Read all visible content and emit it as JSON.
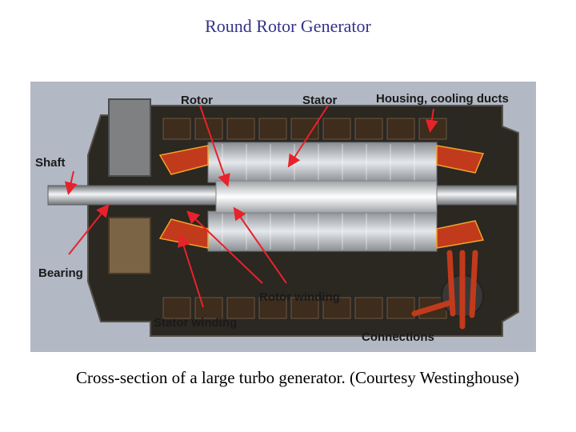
{
  "slide": {
    "title": "Round Rotor Generator",
    "caption": "Cross-section of a large turbo generator. (Courtesy Westinghouse)"
  },
  "figure": {
    "callouts": {
      "rotor": "Rotor",
      "stator": "Stator",
      "housing": "Housing, cooling ducts",
      "shaft": "Shaft",
      "bearing": "Bearing",
      "rotor_winding": "Rotor winding",
      "stator_winding": "Stator winding",
      "connections": "Connections"
    }
  },
  "colors": {
    "title": "#33338a",
    "arrow": "#e8222a",
    "background": "#b2b8c4",
    "housing": "#2b2721",
    "winding_ends": "#c23a1c"
  }
}
